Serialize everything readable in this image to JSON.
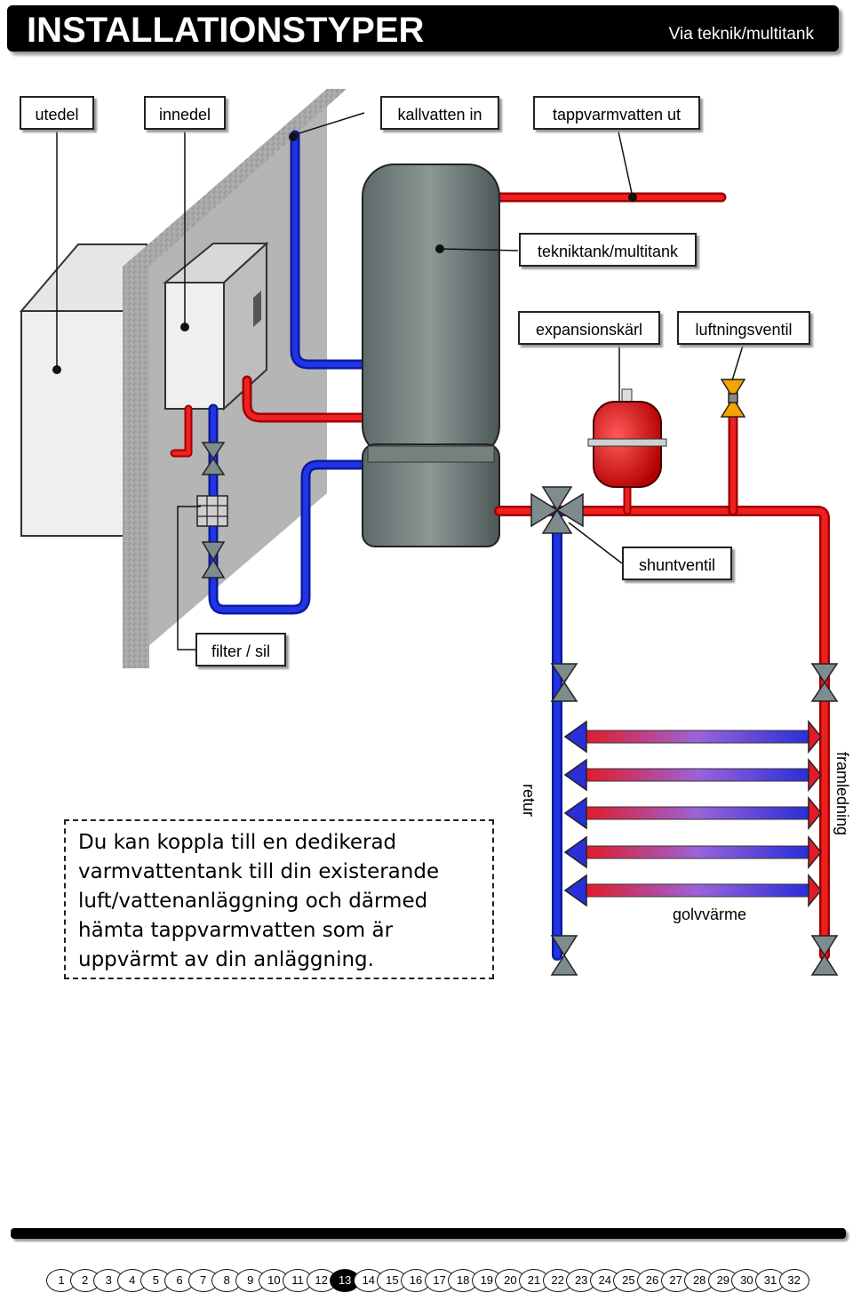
{
  "header": {
    "title": "INSTALLATIONSTYPER",
    "subtitle": "Via teknik/multitank"
  },
  "labels": {
    "utedel": "utedel",
    "innedel": "innedel",
    "kallvatten_in": "kallvatten in",
    "tappvarmvatten_ut": "tappvarmvatten ut",
    "tekniktank": "tekniktank/multitank",
    "expansionskarl": "expansionskärl",
    "luftningsventil": "luftningsventil",
    "shuntventil": "shuntventil",
    "filter": "filter / sil",
    "retur": "retur",
    "framledning": "framledning",
    "golvvarme": "golvvärme"
  },
  "note": "Du kan koppla till en dedikerad varmvattentank till din existerande luft/vattenanläggning och därmed hämta tappvarmvatten som är uppvärmt av din anläggning.",
  "colors": {
    "cold_pipe": "#1a2fd6",
    "hot_pipe": "#e81a1a",
    "tank": "#6f7c7a",
    "valve": "#7f8c8d"
  },
  "pagination": {
    "pages": [
      "1",
      "2",
      "3",
      "4",
      "5",
      "6",
      "7",
      "8",
      "9",
      "10",
      "11",
      "12",
      "13",
      "14",
      "15",
      "16",
      "17",
      "18",
      "19",
      "20",
      "21",
      "22",
      "23",
      "24",
      "25",
      "26",
      "27",
      "28",
      "29",
      "30",
      "31",
      "32"
    ],
    "current": "13"
  }
}
